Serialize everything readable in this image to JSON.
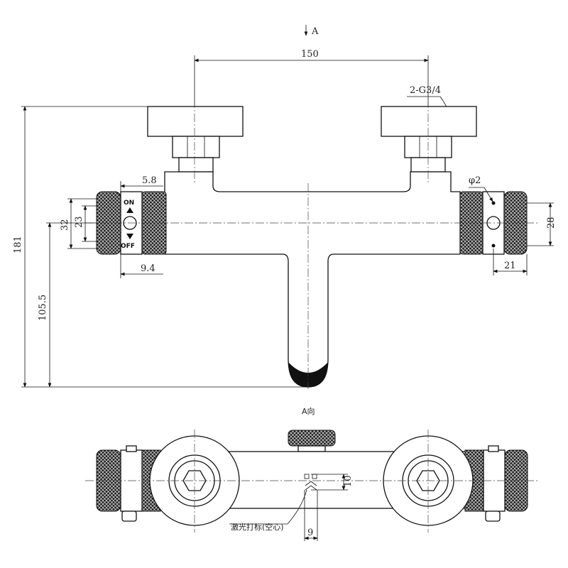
{
  "view_a_arrow_label": "A",
  "view_a_title": "A向",
  "dims": {
    "center_distance": "150",
    "thread": "2-G3/4",
    "overall_height": "181",
    "outlet_height": "105.5",
    "knob_dia_outer": "32",
    "knob_dia_inner": "23",
    "offset_top": "5.8",
    "offset_bottom": "9.4",
    "hole_dia": "φ2",
    "right_knob_dia": "28",
    "right_knob_width": "21",
    "laser_height": "10",
    "laser_width": "9"
  },
  "labels": {
    "on": "ON",
    "off": "OFF",
    "laser_note": "激光打标(空心)"
  }
}
